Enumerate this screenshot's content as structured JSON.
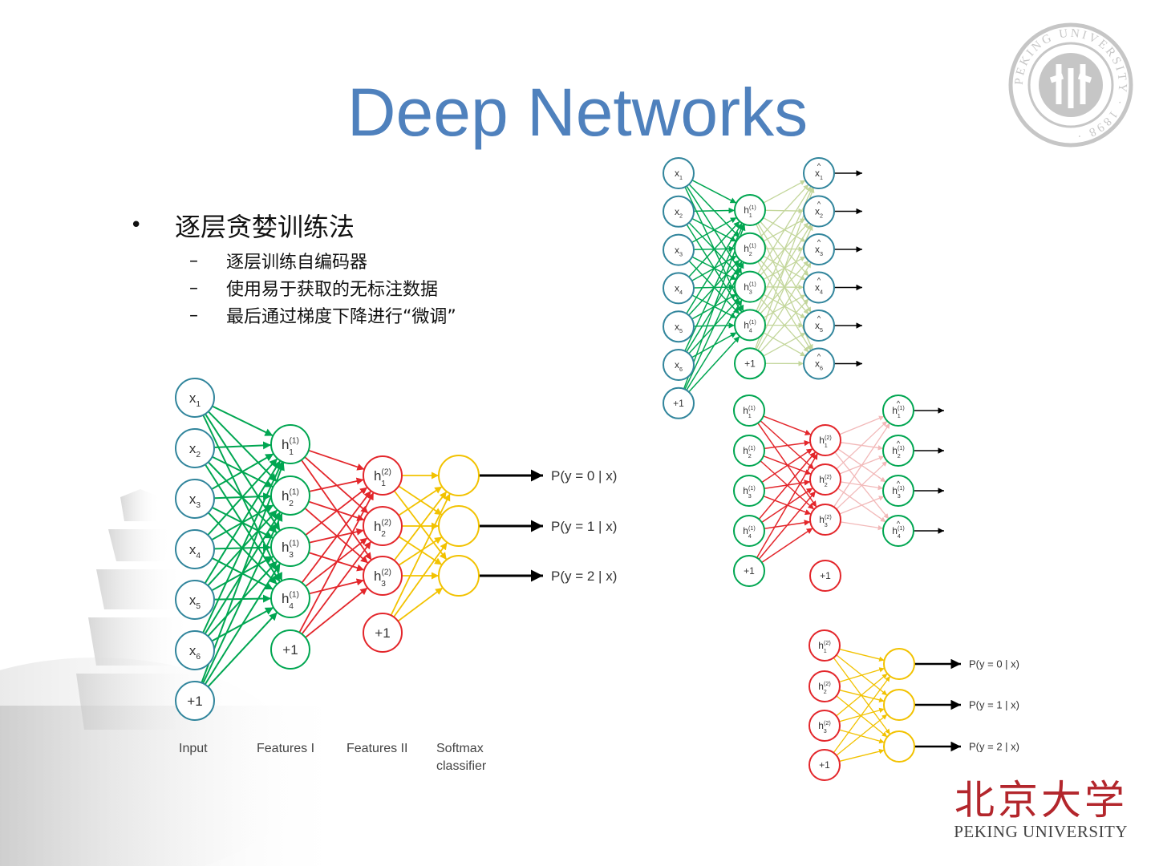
{
  "slide": {
    "title": "Deep Networks"
  },
  "bullets": {
    "main": "逐层贪婪训练法",
    "subs": [
      "逐层训练自编码器",
      "使用易于获取的无标注数据",
      "最后通过梯度下降进行“微调”"
    ]
  },
  "logo": {
    "seal_text": "PEKING UNIVERSITY · 1898 ·",
    "chinese": "北京大学",
    "english": "PEKING UNIVERSITY"
  },
  "diagram": {
    "stages": [
      "Input",
      "Features I",
      "Features II",
      "Softmax\nclassifier"
    ],
    "outputs": [
      "P(y = 0 | x)",
      "P(y = 1 | x)",
      "P(y = 2 | x)"
    ],
    "colors": {
      "input": "#31859c",
      "green": "#00a651",
      "red": "#e3262b",
      "yellow": "#f2c200",
      "pale_green": "#c3d69b",
      "pale_red": "#f2b9b9",
      "title": "#4f81bd"
    }
  }
}
